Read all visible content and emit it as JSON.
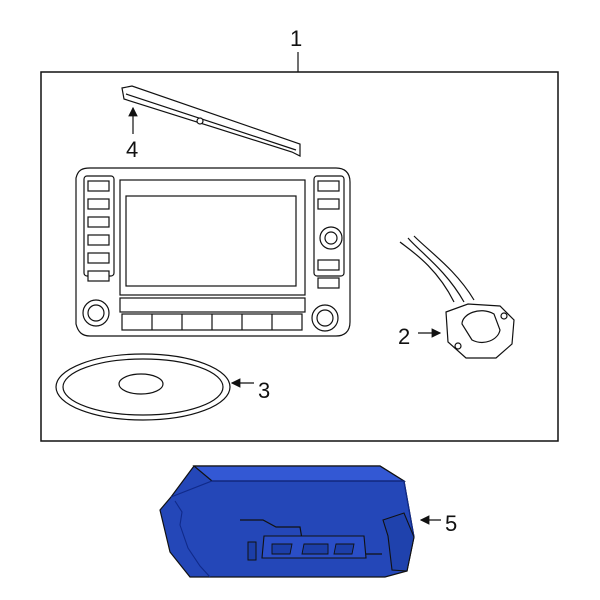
{
  "diagram": {
    "callouts": {
      "c1": "1",
      "c2": "2",
      "c3": "3",
      "c4": "4",
      "c5": "5"
    },
    "colors": {
      "line": "#111111",
      "highlight": "#2447b8",
      "highlight_dark": "#102a8a"
    }
  }
}
